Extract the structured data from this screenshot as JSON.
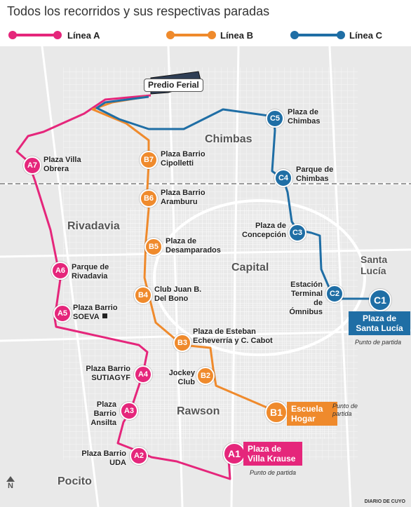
{
  "title": "Todos los recorridos y sus respectivas paradas",
  "colors": {
    "line_a": "#e5267b",
    "line_b": "#ef8a2c",
    "line_c": "#1f6ea5",
    "map_bg": "#e9e9e9"
  },
  "legend": [
    {
      "label": "Línea A",
      "color": "#e5267b"
    },
    {
      "label": "Línea B",
      "color": "#ef8a2c"
    },
    {
      "label": "Línea C",
      "color": "#1f6ea5"
    }
  ],
  "predio": "Predio Ferial",
  "districts": {
    "chimbas": "Chimbas",
    "rivadavia": "Rivadavia",
    "capital": "Capital",
    "santa_lucia": "Santa Lucía",
    "rawson": "Rawson",
    "pocito": "Pocito"
  },
  "stops": {
    "A7": {
      "code": "A7",
      "name": "Plaza Villa Obrera"
    },
    "A6": {
      "code": "A6",
      "name": "Parque de Rivadavia"
    },
    "A5": {
      "code": "A5",
      "name": "Plaza Barrio SOEVA"
    },
    "A4": {
      "code": "A4",
      "name": "Plaza Barrio SUTIAGYF"
    },
    "A3": {
      "code": "A3",
      "name": "Plaza Barrio Ansilta"
    },
    "A2": {
      "code": "A2",
      "name": "Plaza Barrio UDA"
    },
    "A1": {
      "code": "A1",
      "name": "Plaza de Villa Krause"
    },
    "B7": {
      "code": "B7",
      "name": "Plaza Barrio Cipolletti"
    },
    "B6": {
      "code": "B6",
      "name": "Plaza Barrio Aramburu"
    },
    "B5": {
      "code": "B5",
      "name": "Plaza de Desamparados"
    },
    "B4": {
      "code": "B4",
      "name": "Club Juan B. Del Bono"
    },
    "B3": {
      "code": "B3",
      "name": "Plaza de Esteban Echeverría y C. Cabot"
    },
    "B2": {
      "code": "B2",
      "name": "Jockey Club"
    },
    "B1": {
      "code": "B1",
      "name": "Escuela Hogar"
    },
    "C5": {
      "code": "C5",
      "name": "Plaza de Chimbas"
    },
    "C4": {
      "code": "C4",
      "name": "Parque de Chimbas"
    },
    "C3": {
      "code": "C3",
      "name": "Plaza de Concepción"
    },
    "C2": {
      "code": "C2",
      "name": "Estación Terminal de Ómnibus"
    },
    "C1": {
      "code": "C1",
      "name": "Plaza de Santa Lucía"
    }
  },
  "punto_partida": "Punto de partida",
  "credit": "DIARIO DE CUYO",
  "north": "N"
}
